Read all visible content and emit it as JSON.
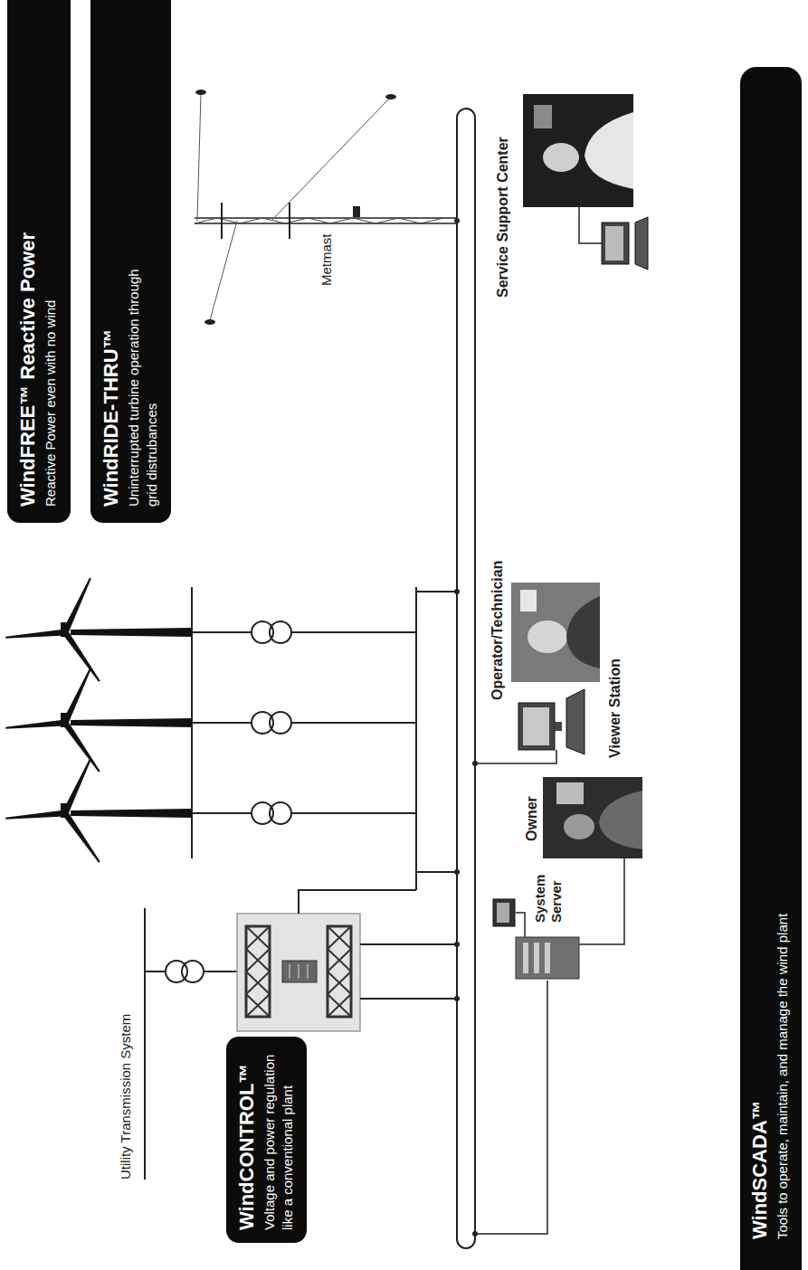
{
  "diagram": {
    "nodes": [
      {
        "text": [
          "WindFREE™ Reactive Power",
          "Reactive Power even with no wind"
        ]
      },
      {
        "text": [
          "WindRIDE-THRU™",
          "Uninterrupted turbine operation through grid distrubances"
        ]
      },
      {
        "text": [
          "WindCONTROL™",
          "Voltage and power regulation like a conventional plant"
        ]
      },
      {
        "text": [
          "WindSCADA™",
          "Tools to operate, maintain, and manage the wind plant"
        ]
      }
    ],
    "labels": [
      "Utility Transmission System",
      "Metmast",
      "Service Support Center",
      "Operator/Technician",
      "Viewer Station",
      "Owner",
      "System Server"
    ]
  }
}
